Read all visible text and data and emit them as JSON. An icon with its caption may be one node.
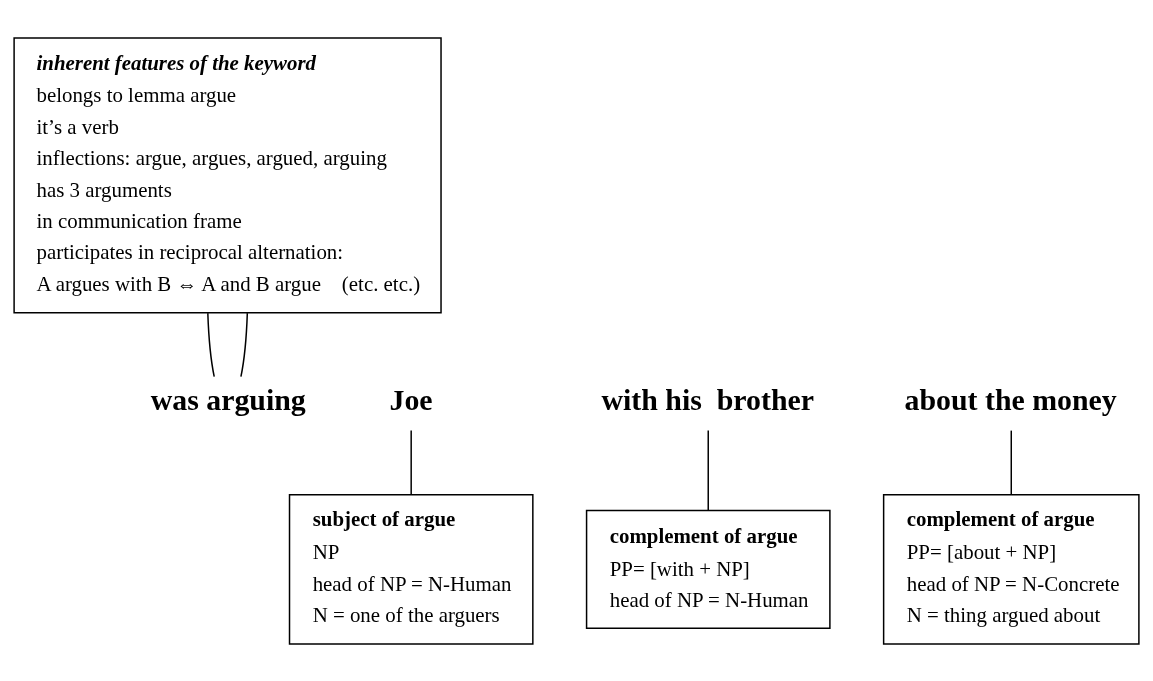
{
  "diagram": {
    "nodes": [
      {
        "text": [
          "inherent features of the keyword",
          "belongs to lemma argue",
          "it’s a verb",
          "inflections: argue, argues, argued, arguing",
          "has 3 arguments",
          "in communication frame",
          "participates in reciprocal alternation:",
          "A argues with B ⇔ A and B argue    (etc. etc.)"
        ]
      },
      {
        "text": [
          "Joe"
        ]
      },
      {
        "text": [
          "was arguing"
        ]
      },
      {
        "text": [
          "with his  brother"
        ]
      },
      {
        "text": [
          "about the money"
        ]
      },
      {
        "text": [
          "subject of argue",
          "NP",
          "head of NP = N-Human",
          "N = one of the arguers"
        ]
      },
      {
        "text": [
          "complement of argue",
          "PP= [with + NP]",
          "head of NP = N-Human"
        ]
      },
      {
        "text": [
          "complement of argue",
          "PP= [about + NP]",
          "head of NP = N-Concrete",
          "N = thing argued about"
        ]
      }
    ],
    "edges": [
      {
        "from": 0,
        "to": 2,
        "arrow": "none"
      },
      {
        "from": 0,
        "to": 2,
        "arrow": "none"
      },
      {
        "from": 1,
        "to": 5,
        "arrow": "none"
      },
      {
        "from": 3,
        "to": 6,
        "arrow": "none"
      },
      {
        "from": 4,
        "to": 7,
        "arrow": "none"
      }
    ]
  }
}
